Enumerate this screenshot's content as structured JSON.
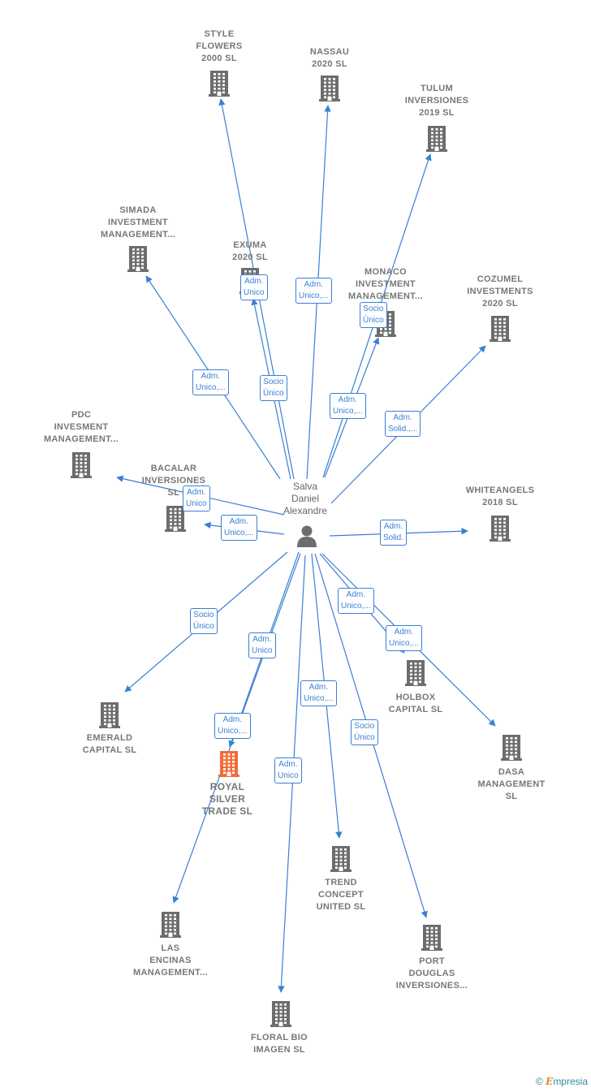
{
  "center": {
    "name_lines": [
      "Salva",
      "Daniel",
      "Alexandre"
    ],
    "icon": "person-icon"
  },
  "colors": {
    "edge": "#3a7fd5",
    "building": "#6d6d6d",
    "highlight": "#f26b38",
    "text": "#777777"
  },
  "nodes": [
    {
      "id": "style-flowers",
      "lines": [
        "STYLE",
        "FLOWERS",
        "2000  SL"
      ],
      "highlight": false
    },
    {
      "id": "nassau",
      "lines": [
        "NASSAU",
        "2020  SL"
      ],
      "highlight": false
    },
    {
      "id": "tulum",
      "lines": [
        "TULUM",
        "INVERSIONES",
        "2019  SL"
      ],
      "highlight": false
    },
    {
      "id": "simada",
      "lines": [
        "SIMADA",
        "INVESTMENT",
        "MANAGEMENT..."
      ],
      "highlight": false
    },
    {
      "id": "exuma",
      "lines": [
        "EXUMA",
        "2020  SL"
      ],
      "highlight": false
    },
    {
      "id": "monaco",
      "lines": [
        "MONACO",
        "INVESTMENT",
        "MANAGEMENT..."
      ],
      "highlight": false
    },
    {
      "id": "cozumel",
      "lines": [
        "COZUMEL",
        "INVESTMENTS",
        "2020  SL"
      ],
      "highlight": false
    },
    {
      "id": "pdc",
      "lines": [
        "PDC",
        "INVESMENT",
        "MANAGEMENT..."
      ],
      "highlight": false
    },
    {
      "id": "bacalar",
      "lines": [
        "BACALAR",
        "INVERSIONES",
        "SL"
      ],
      "highlight": false
    },
    {
      "id": "whiteangels",
      "lines": [
        "WHITEANGELS",
        "2018  SL"
      ],
      "highlight": false
    },
    {
      "id": "emerald",
      "lines": [
        "EMERALD",
        "CAPITAL  SL"
      ],
      "highlight": false
    },
    {
      "id": "royal-silver",
      "lines": [
        "ROYAL",
        "SILVER",
        "TRADE  SL"
      ],
      "highlight": true
    },
    {
      "id": "holbox",
      "lines": [
        "HOLBOX",
        "CAPITAL  SL"
      ],
      "highlight": false
    },
    {
      "id": "dasa",
      "lines": [
        "DASA",
        "MANAGEMENT",
        "SL"
      ],
      "highlight": false
    },
    {
      "id": "trend",
      "lines": [
        "TREND",
        "CONCEPT",
        "UNITED  SL"
      ],
      "highlight": false
    },
    {
      "id": "las-encinas",
      "lines": [
        "LAS",
        "ENCINAS",
        "MANAGEMENT..."
      ],
      "highlight": false
    },
    {
      "id": "port-douglas",
      "lines": [
        "PORT",
        "DOUGLAS",
        "INVERSIONES..."
      ],
      "highlight": false
    },
    {
      "id": "floral-bio",
      "lines": [
        "FLORAL BIO",
        "IMAGEN  SL"
      ],
      "highlight": false
    }
  ],
  "edges": [
    {
      "to": "style-flowers",
      "label": [
        "Socio",
        "Único"
      ]
    },
    {
      "to": "nassau",
      "label": [
        "Adm.",
        "Unico,..."
      ]
    },
    {
      "to": "tulum",
      "label": [
        "Adm.",
        "Unico,..."
      ]
    },
    {
      "to": "simada",
      "label": [
        "Adm.",
        "Unico,..."
      ]
    },
    {
      "to": "exuma",
      "label": [
        "Adm.",
        "Unico"
      ]
    },
    {
      "to": "monaco",
      "label": [
        "Socio",
        "Único"
      ]
    },
    {
      "to": "cozumel",
      "label": [
        "Adm.",
        "Solid.,..."
      ]
    },
    {
      "to": "pdc",
      "label": [
        "Adm.",
        "Unico"
      ]
    },
    {
      "to": "bacalar",
      "label": [
        "Adm.",
        "Unico,..."
      ]
    },
    {
      "to": "whiteangels",
      "label": [
        "Adm.",
        "Solid."
      ]
    },
    {
      "to": "emerald",
      "label": [
        "Socio",
        "Único"
      ]
    },
    {
      "to": "royal-silver",
      "label": [
        "Adm.",
        "Unico"
      ]
    },
    {
      "to": "holbox",
      "label": [
        "Adm.",
        "Unico,..."
      ]
    },
    {
      "to": "dasa",
      "label": [
        "Adm.",
        "Unico,..."
      ]
    },
    {
      "to": "trend",
      "label": [
        "Adm.",
        "Unico,..."
      ]
    },
    {
      "to": "las-encinas",
      "label": [
        "Adm.",
        "Unico,..."
      ]
    },
    {
      "to": "port-douglas",
      "label": [
        "Socio",
        "Único"
      ]
    },
    {
      "to": "floral-bio",
      "label": [
        "Adm.",
        "Unico"
      ]
    }
  ],
  "credit": {
    "symbol": "©",
    "brand_initial": "E",
    "brand_rest": "mpresia"
  }
}
